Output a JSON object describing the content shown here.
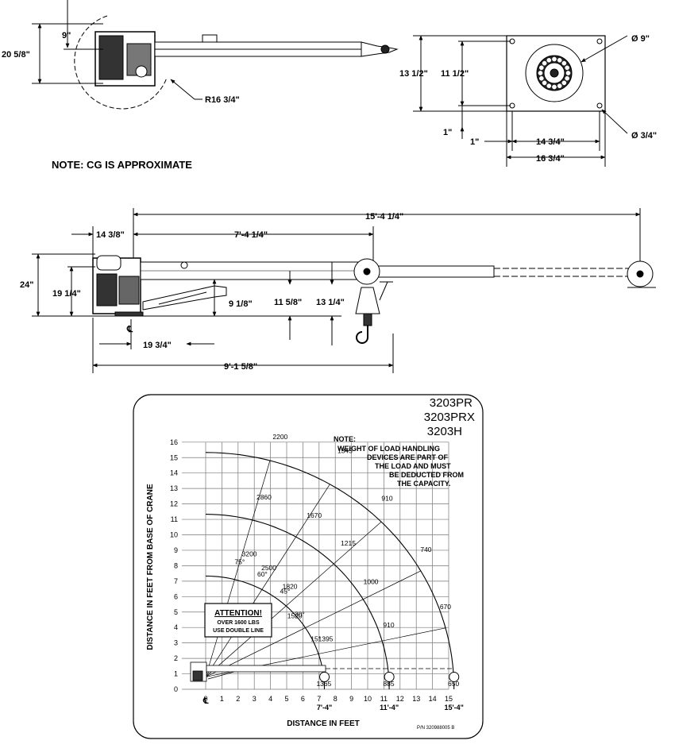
{
  "top_view": {
    "dim_9": "9\"",
    "dim_20_5_8": "20 5/8\"",
    "dim_r16_3_4": "R16 3/4\""
  },
  "base_plate": {
    "dim_13_1_2": "13 1/2\"",
    "dim_11_1_2": "11 1/2\"",
    "dim_1_vertical": "1\"",
    "dim_1_horizontal": "1\"",
    "dim_14_3_4": "14 3/4\"",
    "dim_16_3_4": "16 3/4\"",
    "dia_9": "Ø 9\"",
    "dia_3_4": "Ø 3/4\""
  },
  "cg_note": "NOTE: CG IS APPROXIMATE",
  "side_view": {
    "dim_15_4_1_4": "15'-4 1/4\"",
    "dim_14_3_8": "14 3/8\"",
    "dim_7_4_1_4": "7'-4 1/4\"",
    "dim_24": "24\"",
    "dim_19_1_4": "19 1/4\"",
    "dim_9_1_8": "9 1/8\"",
    "dim_11_5_8": "11 5/8\"",
    "dim_13_1_4": "13 1/4\"",
    "dim_19_3_4": "19 3/4\"",
    "dim_9_1_5_8": "9'-1 5/8\"",
    "centerline_symbol": "℄"
  },
  "load_chart": {
    "models": [
      "3203PR",
      "3203PRX",
      "3203H"
    ],
    "note_title": "NOTE:",
    "note_lines": [
      "WEIGHT OF LOAD HANDLING",
      "DEVICES ARE PART OF",
      "THE LOAD AND MUST",
      "BE DEDUCTED FROM",
      "THE CAPACITY."
    ],
    "attention_title": "ATTENTION!",
    "attention_lines": [
      "OVER 1600 LBS",
      "USE DOUBLE LINE"
    ],
    "y_axis_label": "DISTANCE IN FEET FROM BASE OF CRANE",
    "x_axis_label": "DISTANCE IN FEET",
    "x_ticks": [
      "0",
      "1",
      "2",
      "3",
      "4",
      "5",
      "6",
      "7",
      "8",
      "9",
      "10",
      "11",
      "12",
      "13",
      "14",
      "15"
    ],
    "y_ticks": [
      "0",
      "1",
      "2",
      "3",
      "4",
      "5",
      "6",
      "7",
      "8",
      "9",
      "10",
      "11",
      "12",
      "13",
      "14",
      "15",
      "16"
    ],
    "extension_labels": [
      "7'-4\"",
      "11'-4\"",
      "15'-4\""
    ],
    "angle_labels": [
      "75°",
      "60°",
      "45°",
      "30°",
      "15°"
    ],
    "radii_ft": [
      7.33,
      11.33,
      15.33
    ],
    "angles_deg": [
      15,
      30,
      45,
      60,
      75
    ],
    "capacities": [
      {
        "label": "2200",
        "x": 4.6,
        "y": 16.2
      },
      {
        "label": "1345",
        "x": 8.6,
        "y": 15.3
      },
      {
        "label": "2860",
        "x": 3.6,
        "y": 12.3
      },
      {
        "label": "1670",
        "x": 6.7,
        "y": 11.1
      },
      {
        "label": "910",
        "x": 11.2,
        "y": 12.2
      },
      {
        "label": "1215",
        "x": 8.8,
        "y": 9.3
      },
      {
        "label": "740",
        "x": 13.6,
        "y": 8.9
      },
      {
        "label": "3200",
        "x": 2.7,
        "y": 8.6
      },
      {
        "label": "2500",
        "x": 3.9,
        "y": 7.7
      },
      {
        "label": "1000",
        "x": 10.2,
        "y": 6.8
      },
      {
        "label": "1820",
        "x": 5.2,
        "y": 6.5
      },
      {
        "label": "670",
        "x": 14.8,
        "y": 5.2
      },
      {
        "label": "1520",
        "x": 5.5,
        "y": 4.6
      },
      {
        "label": "910",
        "x": 11.3,
        "y": 4.0
      },
      {
        "label": "1395",
        "x": 7.4,
        "y": 3.1
      },
      {
        "label": "1365",
        "x": 7.3,
        "y": 0.2
      },
      {
        "label": "885",
        "x": 11.3,
        "y": 0.2
      },
      {
        "label": "650",
        "x": 15.3,
        "y": 0.2
      }
    ],
    "part_number": "P/N 320988005 B"
  }
}
